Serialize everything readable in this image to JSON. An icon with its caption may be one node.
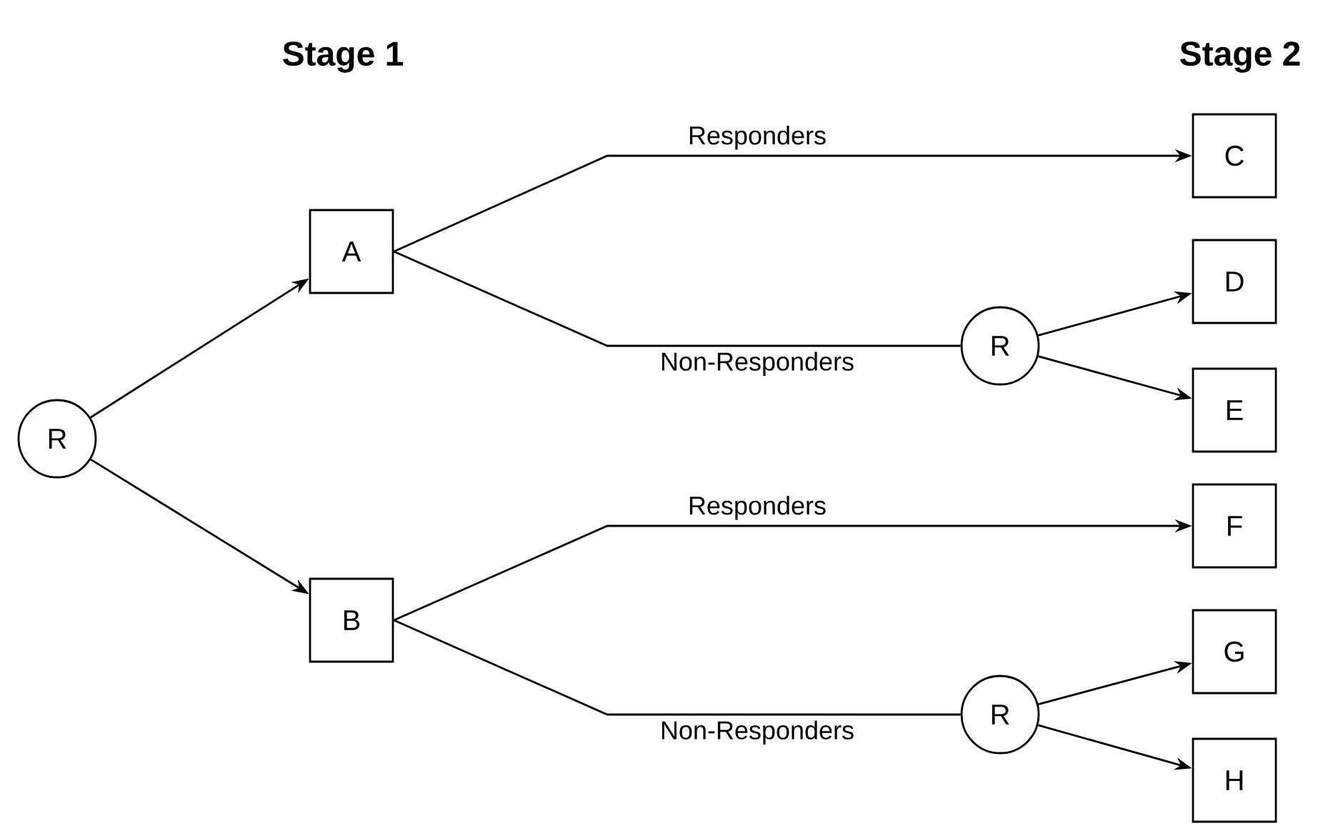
{
  "diagram": {
    "nodes": [
      {
        "text": [
          "R"
        ]
      },
      {
        "text": [
          "A"
        ]
      },
      {
        "text": [
          "B"
        ]
      },
      {
        "text": [
          "C"
        ]
      },
      {
        "text": [
          "R"
        ]
      },
      {
        "text": [
          "D"
        ]
      },
      {
        "text": [
          "E"
        ]
      },
      {
        "text": [
          "F"
        ]
      },
      {
        "text": [
          "R"
        ]
      },
      {
        "text": [
          "G"
        ]
      },
      {
        "text": [
          "H"
        ]
      }
    ],
    "edges": [
      {
        "from": 0,
        "to": 1,
        "arrow": "to"
      },
      {
        "from": 0,
        "to": 2,
        "arrow": "to"
      },
      {
        "from": 1,
        "to": 3,
        "arrow": "to",
        "label": "Responders"
      },
      {
        "from": 1,
        "to": 4,
        "arrow": "none",
        "label": "Non-Responders"
      },
      {
        "from": 4,
        "to": 5,
        "arrow": "to"
      },
      {
        "from": 4,
        "to": 6,
        "arrow": "to"
      },
      {
        "from": 2,
        "to": 7,
        "arrow": "to",
        "label": "Responders"
      },
      {
        "from": 2,
        "to": 8,
        "arrow": "none",
        "label": "Non-Responders"
      },
      {
        "from": 8,
        "to": 9,
        "arrow": "to"
      },
      {
        "from": 8,
        "to": 10,
        "arrow": "to"
      }
    ],
    "labels": [
      "Stage 1",
      "Stage 2"
    ]
  }
}
